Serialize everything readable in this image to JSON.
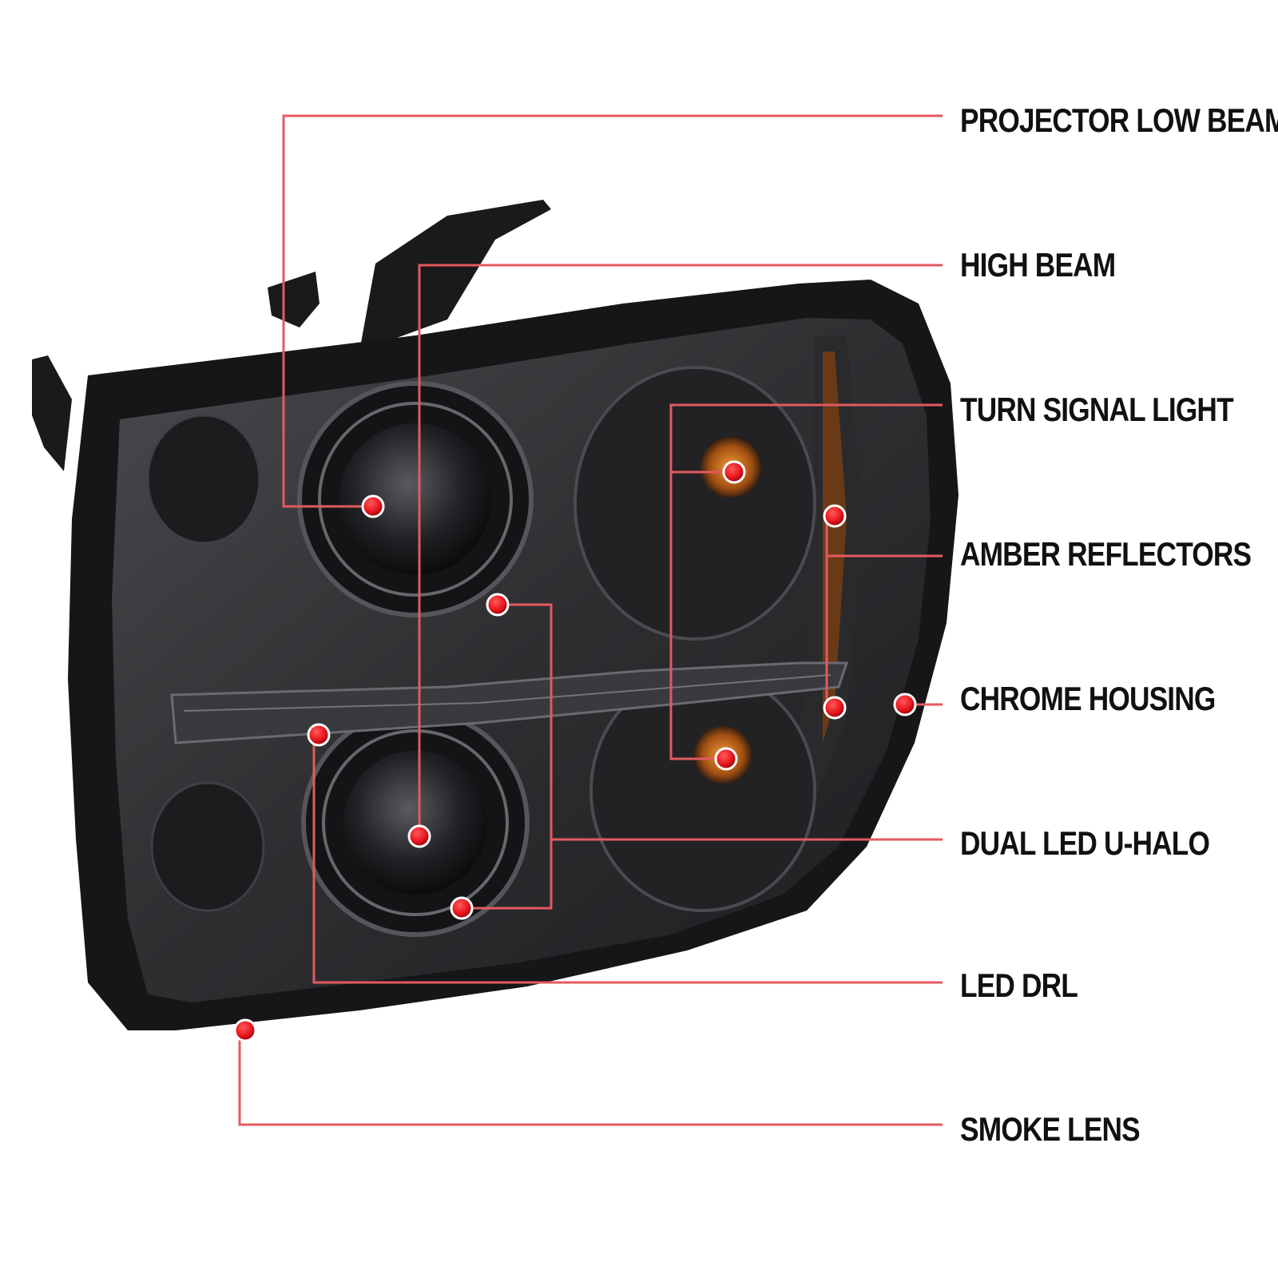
{
  "colors": {
    "leader_line": "#e35a5f",
    "marker": "#e8141c",
    "housing": "#161618",
    "lens": "#3a3a3d",
    "amber": "#c86a1a"
  },
  "callouts": [
    {
      "label": "PROJECTOR LOW BEAM"
    },
    {
      "label": "HIGH BEAM"
    },
    {
      "label": "TURN SIGNAL LIGHT"
    },
    {
      "label": "AMBER REFLECTORS"
    },
    {
      "label": "CHROME HOUSING"
    },
    {
      "label": "DUAL LED U-HALO"
    },
    {
      "label": "LED DRL"
    },
    {
      "label": "SMOKE LENS"
    }
  ]
}
